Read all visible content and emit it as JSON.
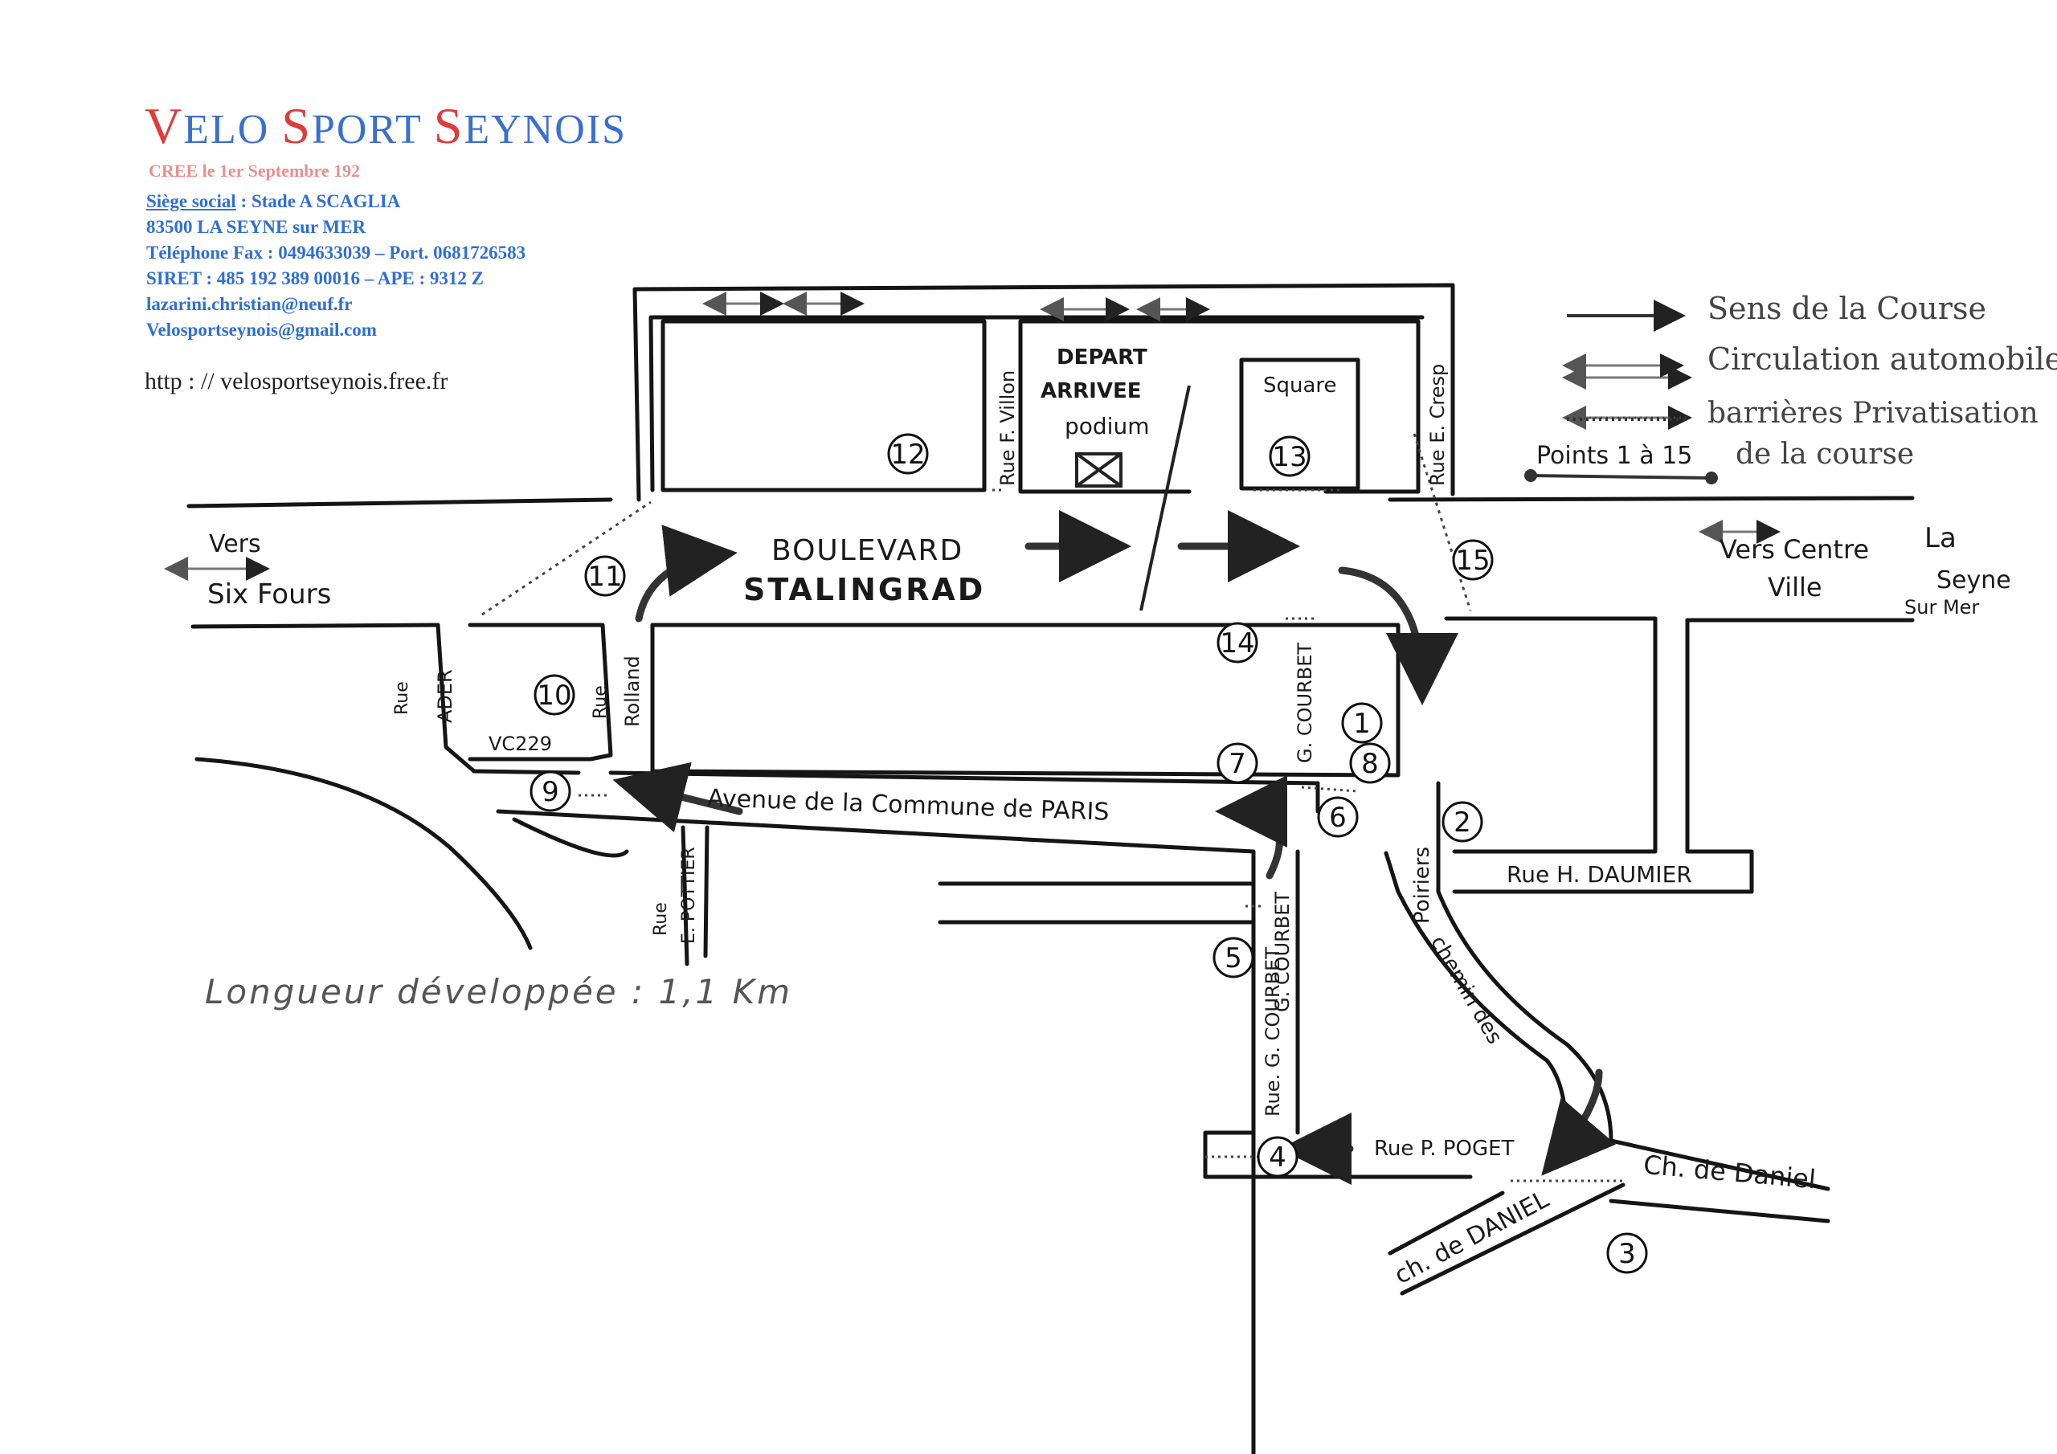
{
  "header": {
    "club_name_parts": [
      {
        "cap": "V",
        "rest": "ELO "
      },
      {
        "cap": "S",
        "rest": "PORT "
      },
      {
        "cap": "S",
        "rest": "EYNOIS"
      }
    ],
    "founded": "CREE le 1er Septembre 192",
    "siege_label": "Siège social",
    "siege_value": " : Stade A SCAGLIA",
    "address": "83500  LA SEYNE sur MER",
    "phone": "Téléphone Fax : 0494633039 – Port. 0681726583",
    "siret": "SIRET : 485 192 389 00016 – APE : 9312 Z",
    "email1": "lazarini.christian@neuf.fr",
    "email2": "Velosportseynois@gmail.com",
    "website": "http : // velosportseynois.free.fr"
  },
  "legend": {
    "course_direction": "Sens de la Course",
    "car_traffic": "Circulation automobile",
    "barriers_line1": "barrières Privatisation",
    "barriers_line2": "de la course",
    "points": "Points 1 à 15"
  },
  "map": {
    "start_line1": "DEPART",
    "start_line2": "ARRIVEE",
    "podium": "podium",
    "square": "Square",
    "boulevard_line1": "BOULEVARD",
    "boulevard_line2": "STALINGRAD",
    "vers_left_1": "Vers",
    "vers_left_2": "Six Fours",
    "vers_right_1": "Vers Centre",
    "vers_right_2": "Ville",
    "la_seyne_1": "La",
    "la_seyne_2": "Seyne",
    "la_seyne_3": "Sur Mer",
    "rue_villon": "Rue F. Villon",
    "rue_cresp": "Rue E. Cresp",
    "rue_ader_1": "Rue",
    "rue_ader_2": "ADER",
    "rue_rolland_1": "Rue",
    "rue_rolland_2": "Rolland",
    "vc229": "VC229",
    "avenue_commune": "Avenue de la Commune de PARIS",
    "rue_pottier_1": "Rue",
    "rue_pottier_2": "E. POTTIER",
    "courbet_top": "G. COURBET",
    "courbet_mid": "G. COURBET",
    "courbet_low": "Rue. G. COURBET",
    "poiriers": "Poiriers",
    "chemin_des": "chemin des",
    "daumier": "Rue H. DAUMIER",
    "poget": "Rue P. POGET",
    "daniel_left": "ch. de DANIEL",
    "daniel_right": "Ch. de Daniel",
    "length": "Longueur développée : 1,1 Km"
  },
  "points": [
    "1",
    "2",
    "3",
    "4",
    "5",
    "6",
    "7",
    "8",
    "9",
    "10",
    "11",
    "12",
    "13",
    "14",
    "15"
  ]
}
